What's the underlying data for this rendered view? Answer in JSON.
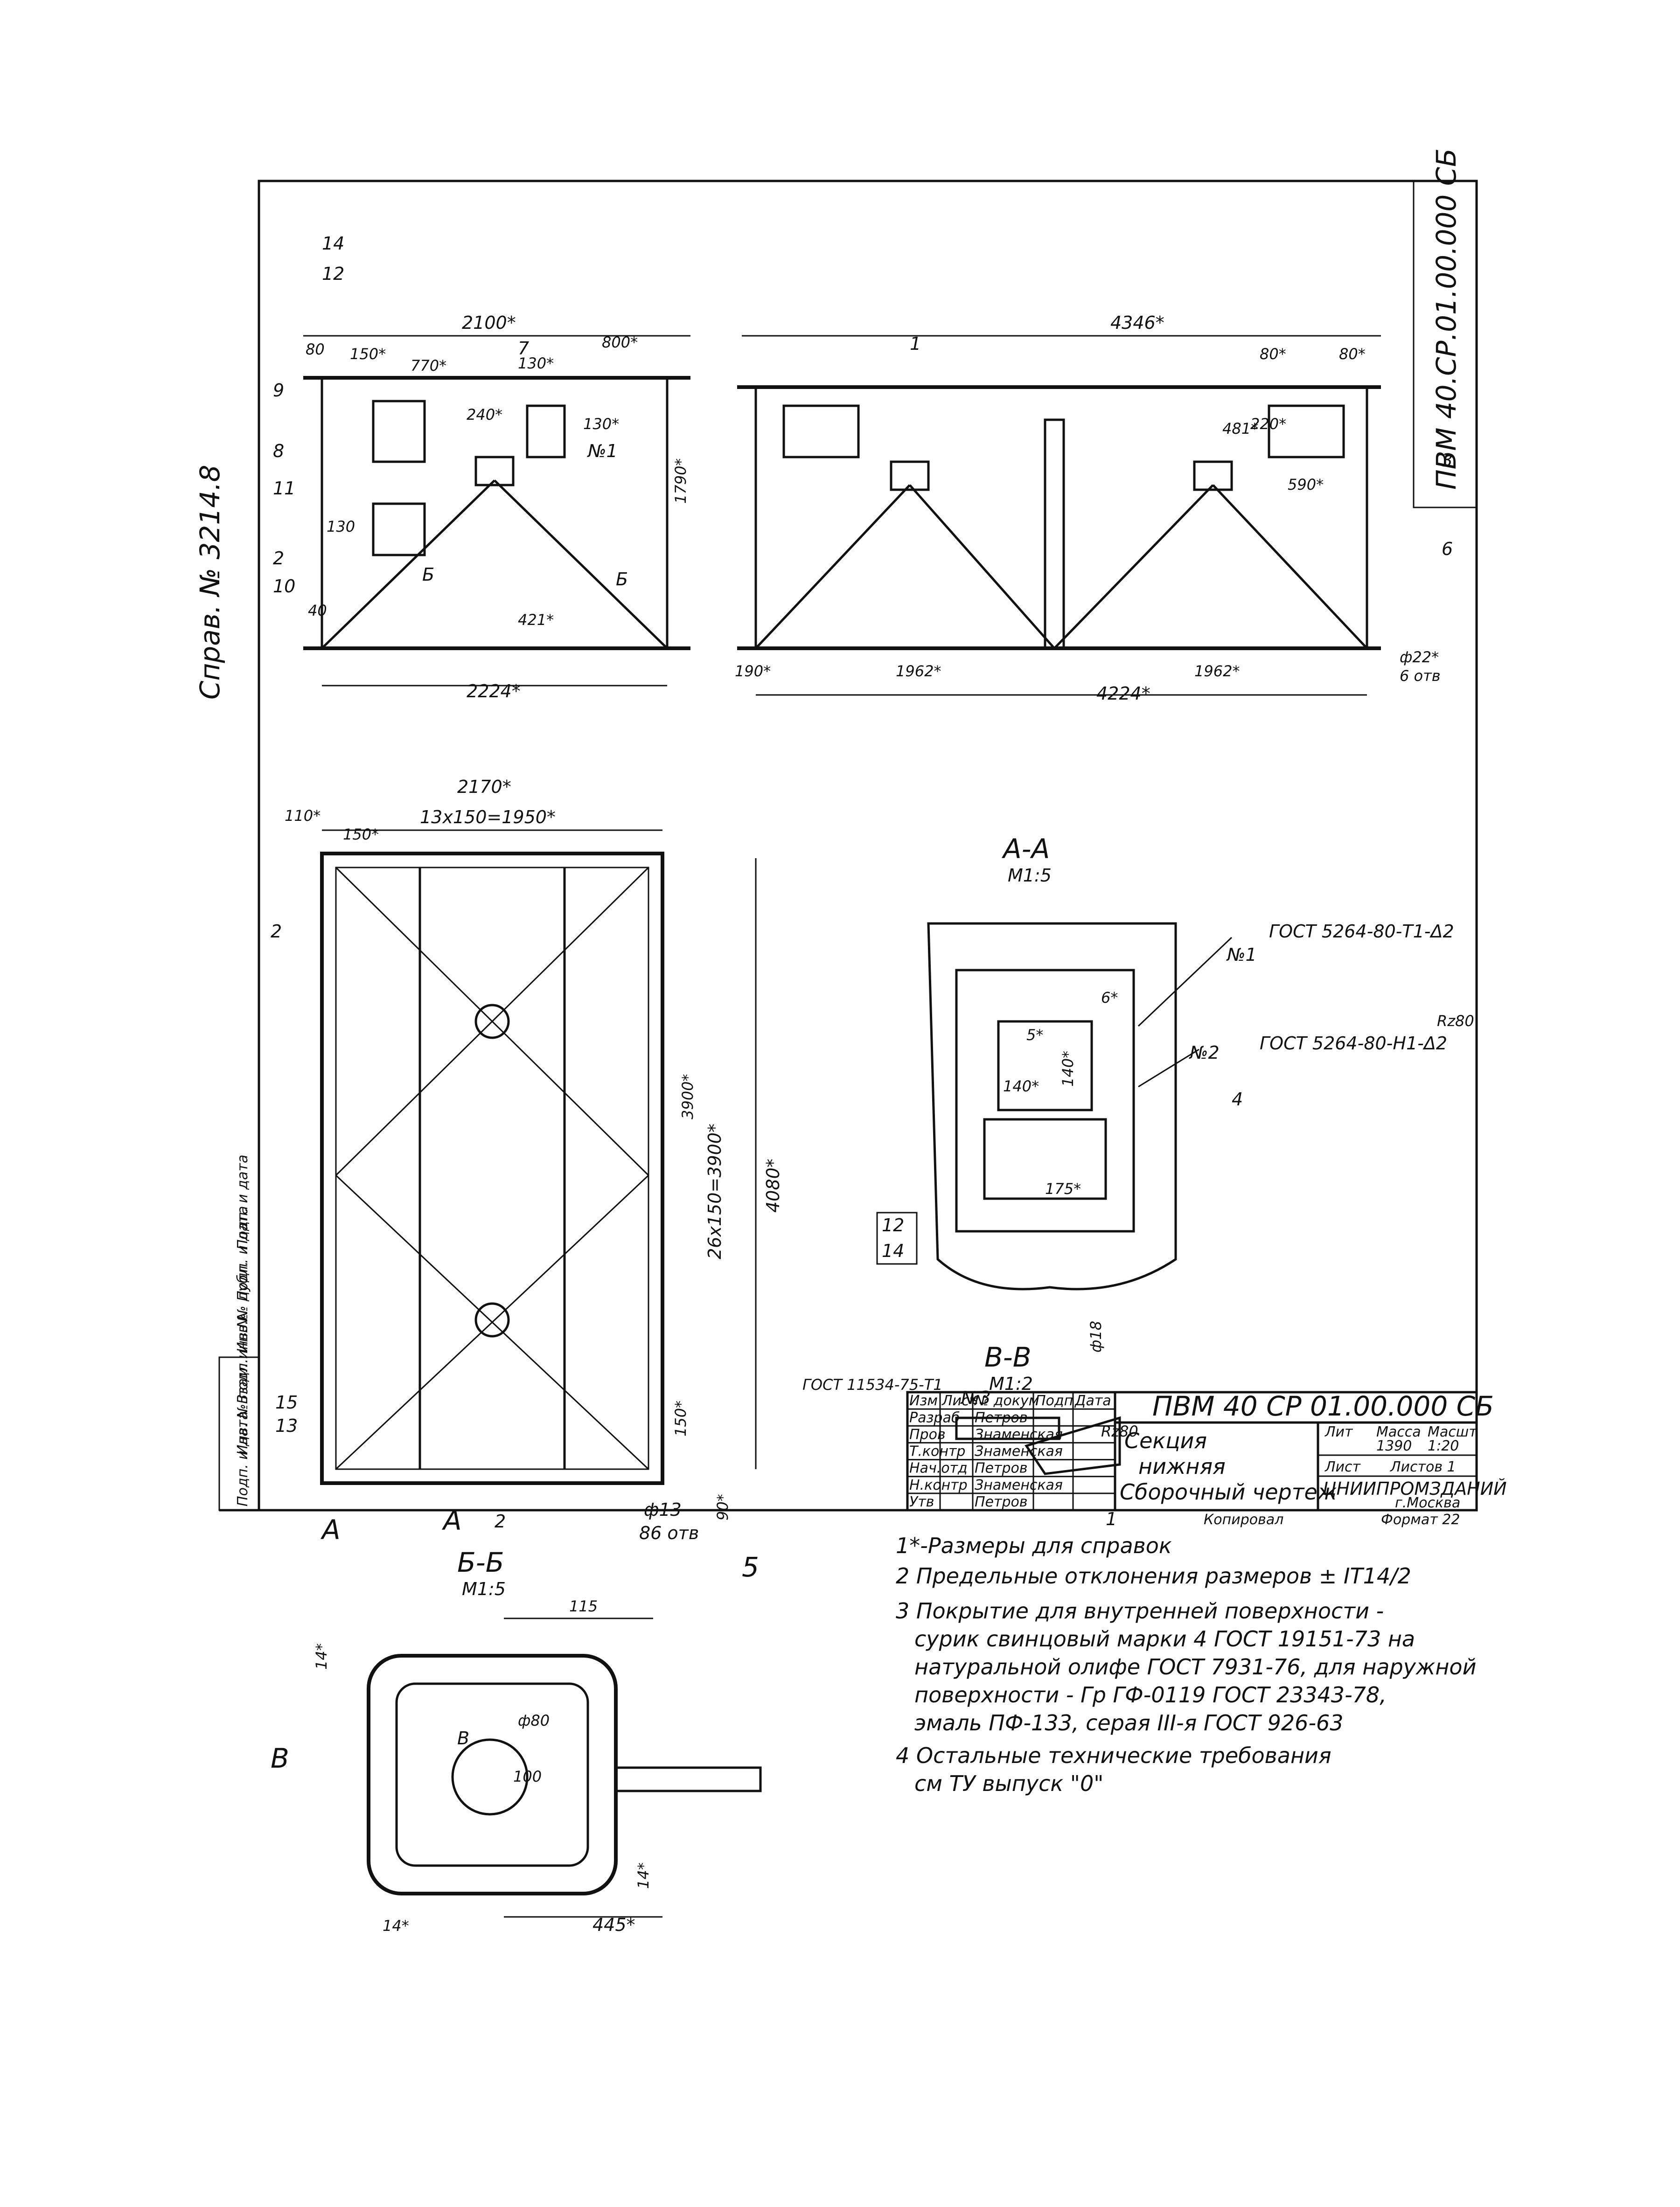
{
  "drawing": {
    "code_side": "ПВМ 40.СР.01.00.000 СБ",
    "code_main": "ПВМ 40 СР 01.00.000 СБ",
    "title_lines": [
      "Секция",
      "нижняя",
      "Сборочный чертеж"
    ],
    "mass": "1390",
    "scale": "1:20",
    "sheet": "Лист",
    "sheets": "Листов 1",
    "org": "ЦНИИПРОМЗДАНИЙ",
    "org_city": "г.Москва",
    "format": "Формат 22",
    "copied": "Копировал",
    "stamp_cols": [
      "Лит",
      "Масса",
      "Масшт"
    ],
    "left_stamp": "Справ. № 3214.8",
    "sheet_no_bottom": "2",
    "sheet_no_middle": "1",
    "margin_labels": [
      "Подп. и дата",
      "Инв. № подл.",
      "Взам. инв.№",
      "Инв.№ дубл.",
      "Подп. и дата",
      "Подп. и дата"
    ]
  },
  "title_block": {
    "rows": [
      [
        "Изм",
        "Лист",
        "№ докум",
        "Подп",
        "Дата"
      ],
      [
        "Разраб",
        "",
        "Петров",
        "",
        ""
      ],
      [
        "Пров",
        "",
        "Знаменская",
        "",
        ""
      ],
      [
        "Т.контр",
        "",
        "Знаменская",
        "",
        ""
      ],
      [
        "Нач.отд",
        "",
        "Петров",
        "",
        ""
      ],
      [
        "Н.контр",
        "",
        "Знаменская",
        "",
        ""
      ],
      [
        "Утв",
        "",
        "Петров",
        "",
        ""
      ]
    ]
  },
  "front_view": {
    "dims": [
      "2100*",
      "150*",
      "770*",
      "800*",
      "130*",
      "240*",
      "130*",
      "1790*",
      "130",
      "40",
      "2224*",
      "421*",
      "80"
    ],
    "labels": [
      "14",
      "12",
      "7",
      "9",
      "8",
      "11",
      "10",
      "2",
      "Б",
      "Б",
      "№1"
    ]
  },
  "side_view": {
    "dims": [
      "4346*",
      "190*",
      "1962*",
      "1962*",
      "4224*",
      "80*",
      "481*",
      "80*",
      "220*",
      "590*",
      "ф22*",
      "6 отв"
    ],
    "labels": [
      "1",
      "3",
      "6"
    ]
  },
  "plan_view": {
    "dims": [
      "2170*",
      "13х150=1950*",
      "110*",
      "150*",
      "26х150=3900*",
      "3900*",
      "4080*",
      "150*",
      "90*",
      "ф13",
      "86 отв"
    ],
    "labels": [
      "2",
      "15",
      "13",
      "А",
      "А"
    ]
  },
  "section_aa": {
    "title": "А-А",
    "scale": "М1:5",
    "welds": [
      "ГОСТ 5264-80-Т1-Δ2",
      "ГОСТ 5264-80-Н1-Δ2",
      "Rz80"
    ],
    "dims": [
      "6*",
      "5*",
      "140*",
      "140*",
      "175*"
    ],
    "labels": [
      "№1",
      "№2",
      "4",
      "12",
      "14"
    ]
  },
  "section_bb": {
    "title": "Б-Б",
    "scale": "М1:5",
    "dims": [
      "115",
      "ф80",
      "100",
      "14*",
      "14*",
      "14*",
      "445*"
    ],
    "labels": [
      "5",
      "В",
      "В"
    ]
  },
  "section_vv": {
    "title": "В-В",
    "scale": "М1:2",
    "weld": "ГОСТ 11534-75-Т1",
    "dims": [
      "ф18",
      "Rz80"
    ],
    "labels": [
      "№3"
    ]
  },
  "notes": [
    "1*-Размеры для справок",
    "2 Предельные отклонения размеров ± IT14/2",
    "3 Покрытие для внутренней поверхности -",
    "сурик свинцовый марки 4 ГОСТ 19151-73 на",
    "натуральной олифе ГОСТ 7931-76, для наружной",
    "поверхности - Гр ГФ-0119 ГОСТ 23343-78,",
    "эмаль ПФ-133, серая III-я ГОСТ 926-63",
    "4 Остальные технические требования",
    "см ТУ выпуск \"0\""
  ]
}
